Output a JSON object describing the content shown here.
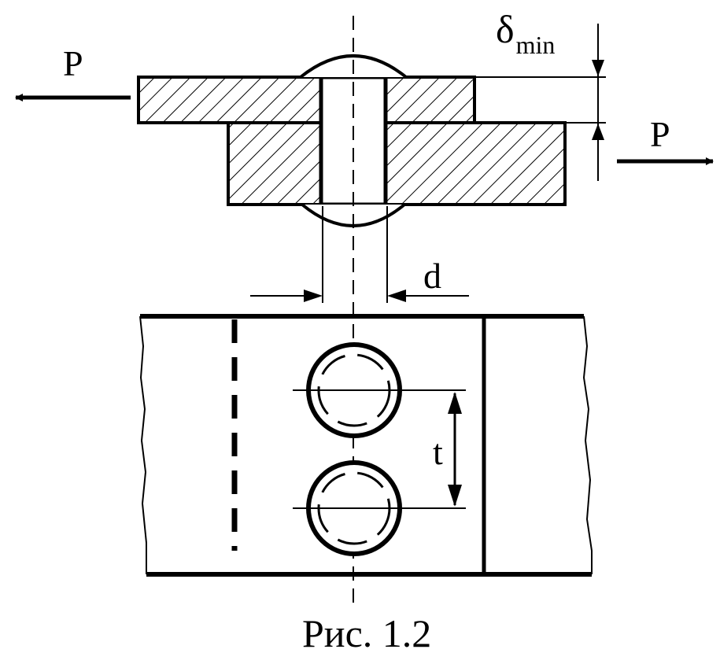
{
  "labels": {
    "force_left": "P",
    "force_right": "P",
    "thickness_symbol": "δ",
    "thickness_subscript": "min",
    "diameter": "d",
    "pitch": "t"
  },
  "caption": "Рис. 1.2",
  "colors": {
    "stroke": "#000000",
    "background": "#ffffff"
  }
}
